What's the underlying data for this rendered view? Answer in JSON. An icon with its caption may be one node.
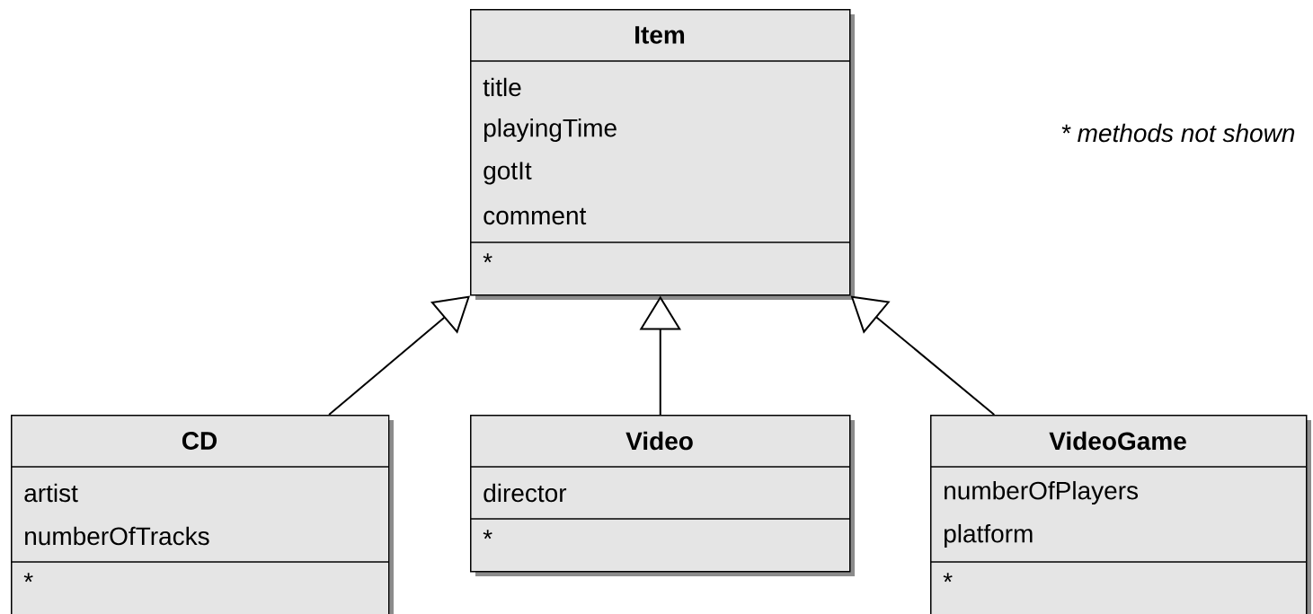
{
  "diagram": {
    "nodes": [
      {
        "text": [
          "Item",
          "title",
          "playingTime",
          "gotIt",
          "comment",
          "*"
        ]
      },
      {
        "text": [
          "CD",
          "artist",
          "numberOfTracks",
          "*"
        ]
      },
      {
        "text": [
          "Video",
          "director",
          "*"
        ]
      },
      {
        "text": [
          "VideoGame",
          "numberOfPlayers",
          "platform",
          "*"
        ]
      }
    ],
    "edges": [
      {
        "from": 1,
        "to": 0,
        "arrow": "to"
      },
      {
        "from": 2,
        "to": 0,
        "arrow": "to"
      },
      {
        "from": 3,
        "to": 0,
        "arrow": "to"
      }
    ],
    "labels": [
      "* methods not shown"
    ]
  }
}
